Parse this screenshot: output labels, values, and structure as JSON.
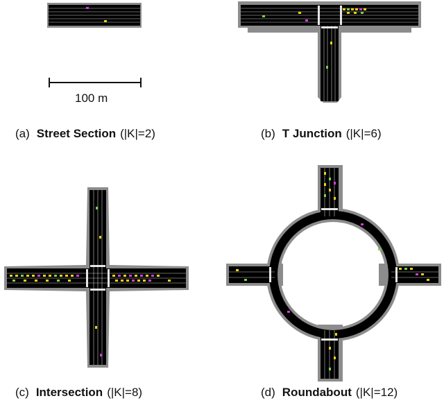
{
  "scale_bar": {
    "label": "100 m"
  },
  "panels": [
    {
      "id": "a",
      "letter": "(a)",
      "name": "Street Section",
      "count": "(|K|=2)"
    },
    {
      "id": "b",
      "letter": "(b)",
      "name": "T Junction",
      "count": "(|K|=6)"
    },
    {
      "id": "c",
      "letter": "(c)",
      "name": "Intersection",
      "count": "(|K|=8)"
    },
    {
      "id": "d",
      "letter": "(d)",
      "name": "Roundabout",
      "count": "(|K|=12)"
    }
  ],
  "colors": {
    "road_asphalt": "#000000",
    "road_shoulder": "#8c8c8c",
    "lane_marking": "#ffffff",
    "crosswalk": "#e6e6e6",
    "vehicle_a": "#e8d21c",
    "vehicle_b": "#d63bd6",
    "vehicle_c": "#7fd14a"
  }
}
